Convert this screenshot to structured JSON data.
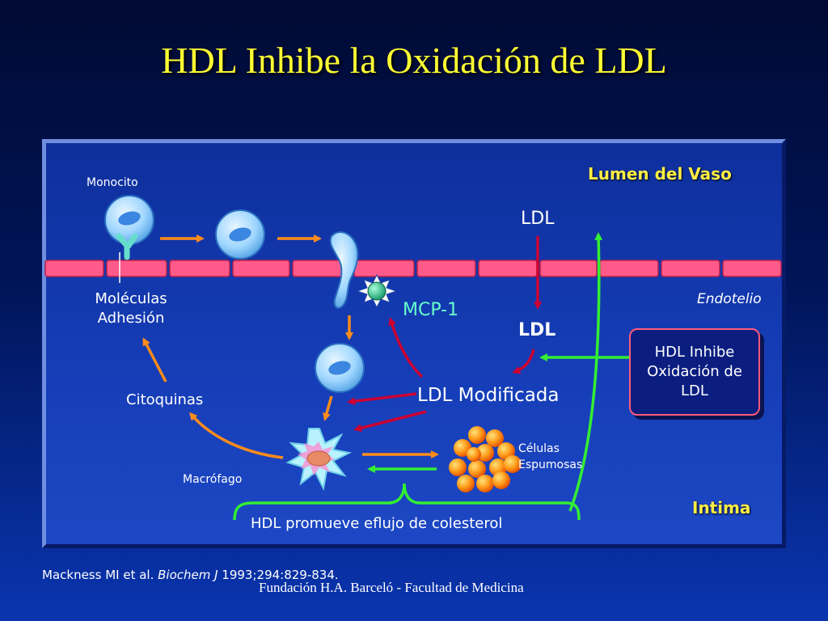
{
  "title": "HDL Inhibe la Oxidación de LDL",
  "labels": {
    "lumen": "Lumen del Vaso",
    "monocito": "Monocito",
    "ldl_top": "LDL",
    "moleculas_line1": "Moléculas",
    "moleculas_line2": "Adhesión",
    "mcp1": "MCP-1",
    "endotelio": "Endotelio",
    "ldl_mid": "LDL",
    "ldl_modificada": "LDL Modificada",
    "citoquinas": "Citoquinas",
    "celulas_line1": "Células",
    "celulas_line2": "Espumosas",
    "macrofago": "Macrófago",
    "intima": "Intima",
    "hdl_promueve": "HDL promueve eflujo de colesterol"
  },
  "hdl_box": {
    "line1": "HDL Inhibe",
    "line2": "Oxidación de",
    "line3": "LDL"
  },
  "citation": {
    "authors": "Mackness MI et al. ",
    "journal": "Biochem J",
    "ref": " 1993;294:829-834."
  },
  "footer": "Fundación H.A. Barceló - Facultad de Medicina",
  "colors": {
    "title": "#ffff33",
    "accent_yellow": "#ffee44",
    "arrow_orange": "#ff8c1a",
    "arrow_red": "#cc0033",
    "arrow_green": "#33ee33",
    "endothelium": "#ff5a8a",
    "mcp1": "#66ffcc"
  }
}
